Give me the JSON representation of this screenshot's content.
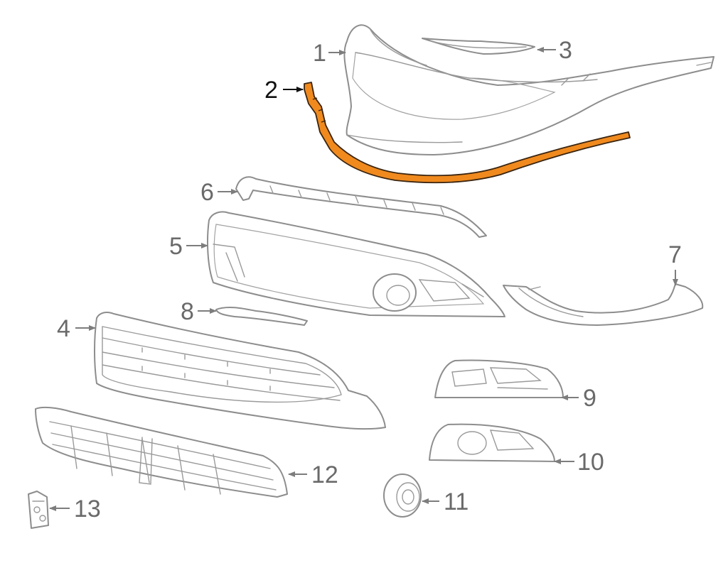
{
  "callouts": [
    {
      "id": "1",
      "text": "1"
    },
    {
      "id": "2",
      "text": "2"
    },
    {
      "id": "3",
      "text": "3"
    },
    {
      "id": "4",
      "text": "4"
    },
    {
      "id": "5",
      "text": "5"
    },
    {
      "id": "6",
      "text": "6"
    },
    {
      "id": "7",
      "text": "7"
    },
    {
      "id": "8",
      "text": "8"
    },
    {
      "id": "9",
      "text": "9"
    },
    {
      "id": "10",
      "text": "10"
    },
    {
      "id": "11",
      "text": "11"
    },
    {
      "id": "12",
      "text": "12"
    },
    {
      "id": "13",
      "text": "13"
    }
  ],
  "colors": {
    "highlight_fill": "#f08a1e",
    "highlight_stroke": "#3a2410",
    "part_stroke": "#8d8d8d",
    "label_color": "#6a6a6a",
    "highlight_label_color": "#111111"
  },
  "highlighted_part": "2"
}
